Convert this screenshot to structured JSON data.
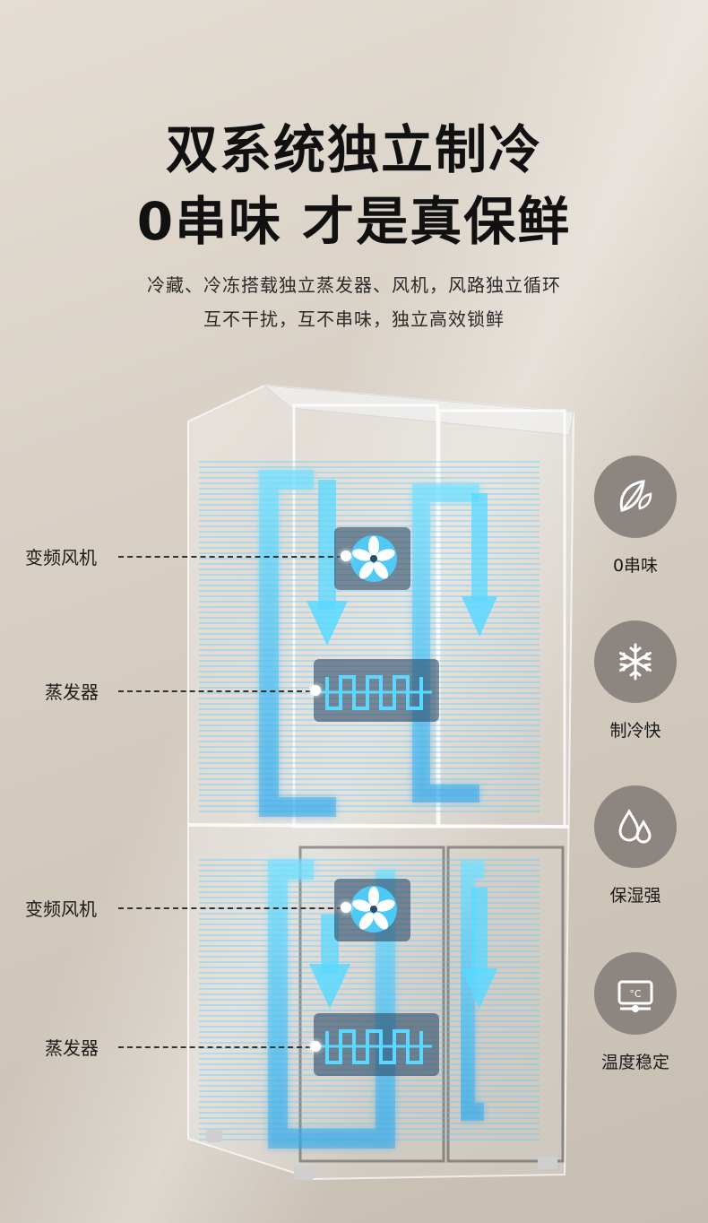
{
  "headline": {
    "line1": "双系统独立制冷",
    "line2": "0串味 才是真保鲜"
  },
  "subtitle": {
    "line1": "冷藏、冷冻搭载独立蒸发器、风机，风路独立循环",
    "line2": "互不干扰，互不串味，独立高效锁鲜"
  },
  "callouts": [
    {
      "label": "变频风机",
      "icon": "fan-icon"
    },
    {
      "label": "蒸发器",
      "icon": "evaporator-icon"
    },
    {
      "label": "变频风机",
      "icon": "fan-icon"
    },
    {
      "label": "蒸发器",
      "icon": "evaporator-icon"
    }
  ],
  "features": [
    {
      "label": "0串味",
      "icon": "leaf-icon"
    },
    {
      "label": "制冷快",
      "icon": "snowflake-icon"
    },
    {
      "label": "保湿强",
      "icon": "water-drops-icon"
    },
    {
      "label": "温度稳定",
      "icon": "thermostat-icon"
    }
  ],
  "colors": {
    "airflow": "#3fd2ff",
    "feature_circle": "#8c8580",
    "text": "#111111"
  }
}
